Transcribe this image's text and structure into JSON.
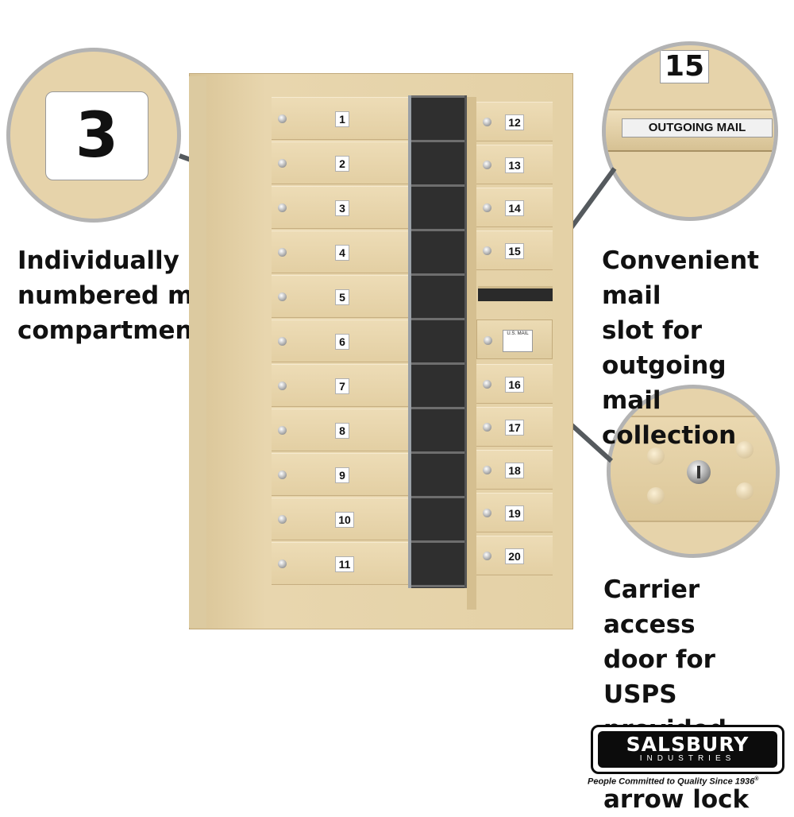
{
  "zoom_left": {
    "number": "3"
  },
  "zoom_top_right": {
    "number": "15",
    "slot_label": "OUTGOING MAIL"
  },
  "captions": {
    "compartments": "Individually\nnumbered mail\ncompartments",
    "slot": "Convenient mail\nslot for outgoing\nmail collection",
    "carrier": "Carrier access\ndoor for USPS\nprovided master\narrow lock"
  },
  "mailbox": {
    "left_column": [
      "1",
      "2",
      "3",
      "4",
      "5",
      "6",
      "7",
      "8",
      "9",
      "10",
      "11"
    ],
    "right_upper": [
      "12",
      "13",
      "14",
      "15"
    ],
    "right_lower": [
      "16",
      "17",
      "18",
      "19",
      "20"
    ],
    "carrier_label": "U.S. MAIL"
  },
  "brand": {
    "name": "SALSBURY",
    "sub": "INDUSTRIES",
    "tagline": "People Committed to Quality Since 1936",
    "reg": "®"
  },
  "colors": {
    "finish": "#e6d3aa",
    "zoom_border": "#b3b3b3",
    "arrow": "#555a5e"
  }
}
